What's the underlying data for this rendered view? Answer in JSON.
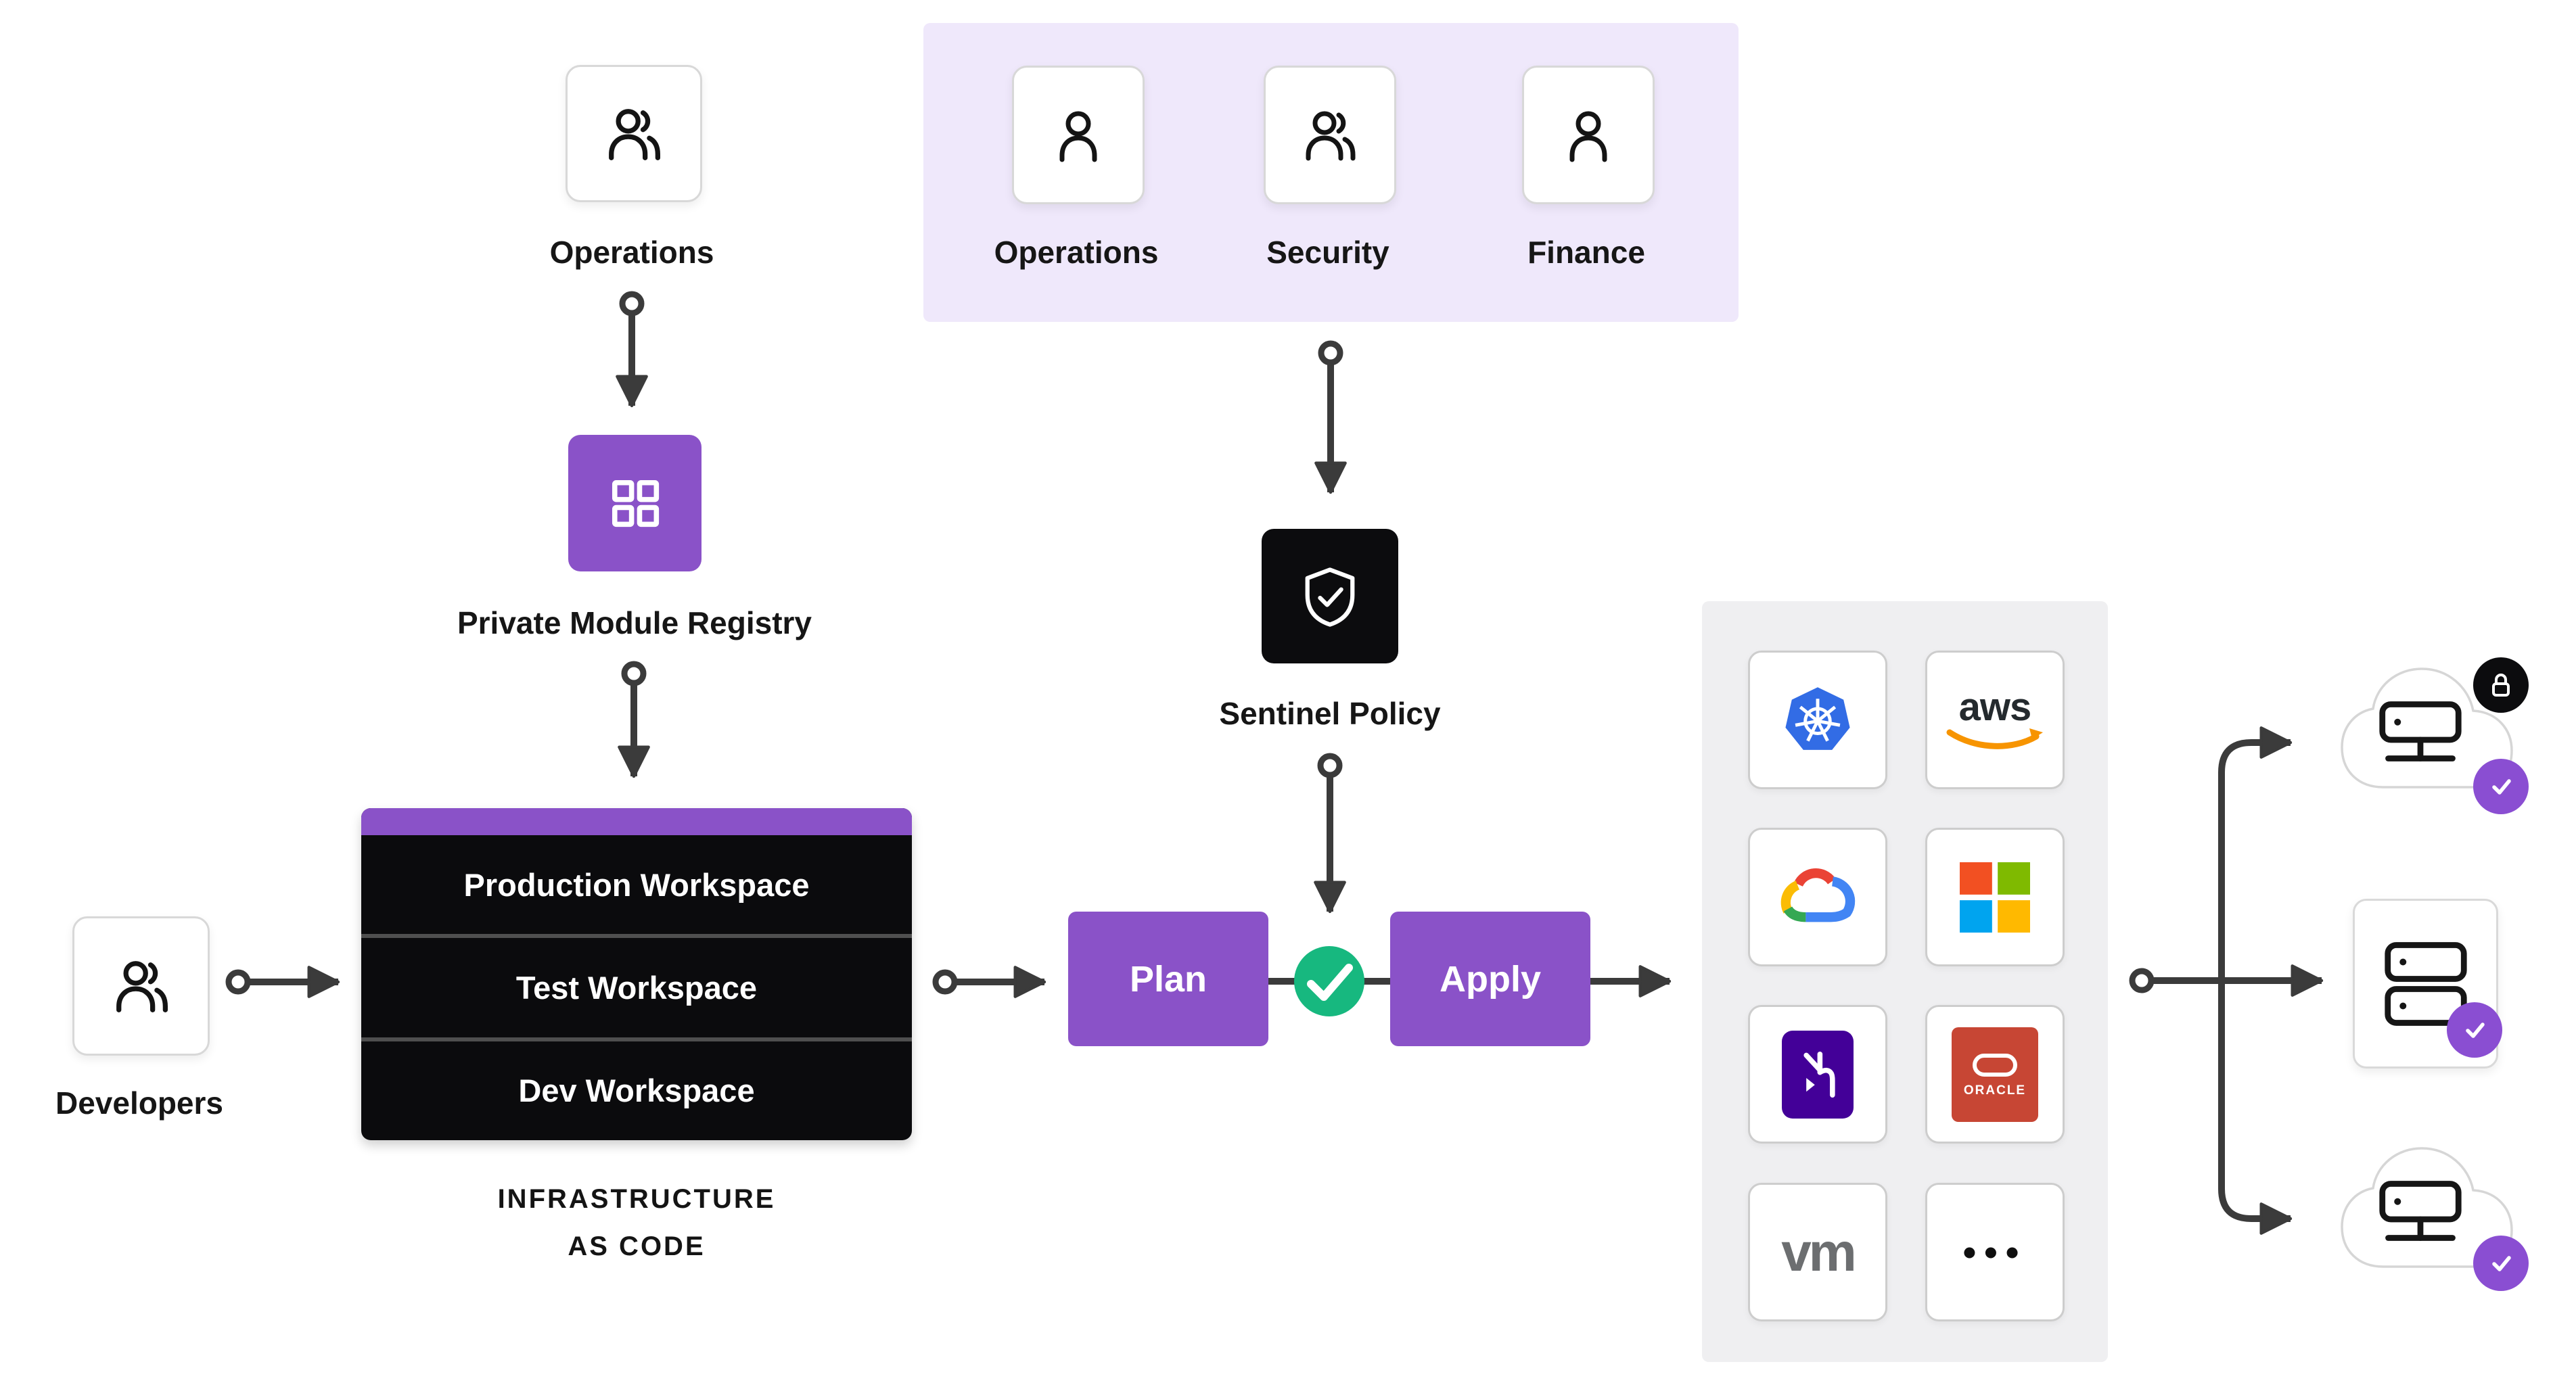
{
  "diagram": {
    "title": "Terraform workflow diagram",
    "left_flow": {
      "operations": {
        "label": "Operations",
        "icon": "users-icon"
      },
      "pmr": {
        "label": "Private Module Registry",
        "icon": "module-grid-icon"
      },
      "developers": {
        "label": "Developers",
        "icon": "users-icon"
      },
      "workspaces": {
        "rows": [
          "Production Workspace",
          "Test Workspace",
          "Dev Workspace"
        ],
        "caption": [
          "INFRASTRUCTURE",
          "AS CODE"
        ]
      }
    },
    "governance": {
      "teams": [
        {
          "label": "Operations",
          "icon": "user-icon"
        },
        {
          "label": "Security",
          "icon": "users-icon"
        },
        {
          "label": "Finance",
          "icon": "user-icon"
        }
      ],
      "sentinel": {
        "label": "Sentinel Policy",
        "icon": "shield-check-icon"
      }
    },
    "pipeline": {
      "plan": "Plan",
      "apply": "Apply",
      "gate_icon": "check-circle-icon"
    },
    "providers": {
      "items": [
        {
          "name": "kubernetes"
        },
        {
          "name": "aws",
          "text": "aws"
        },
        {
          "name": "google-cloud"
        },
        {
          "name": "microsoft"
        },
        {
          "name": "heroku"
        },
        {
          "name": "oracle",
          "text": "ORACLE"
        },
        {
          "name": "vmware",
          "text": "vm"
        },
        {
          "name": "more",
          "text": "•••"
        }
      ]
    },
    "targets": [
      {
        "name": "private-cloud",
        "icon": "cloud-server-icon",
        "badges": [
          "lock",
          "check"
        ]
      },
      {
        "name": "datacenter",
        "icon": "server-rack-icon",
        "badges": [
          "check"
        ]
      },
      {
        "name": "public-cloud",
        "icon": "cloud-server-icon",
        "badges": [
          "check"
        ]
      }
    ],
    "colors": {
      "purple": "#8a52c8",
      "badge_purple": "#8a4ed2",
      "green": "#17b87f",
      "black_tile": "#0c0c0e",
      "lavender_panel": "#efe8fb",
      "gray_panel": "#efeff1",
      "arrow": "#3b3b3b",
      "kubernetes_blue": "#326ce5",
      "heroku_purple": "#430098",
      "oracle_red": "#c74634",
      "aws_orange": "#f79400"
    }
  }
}
